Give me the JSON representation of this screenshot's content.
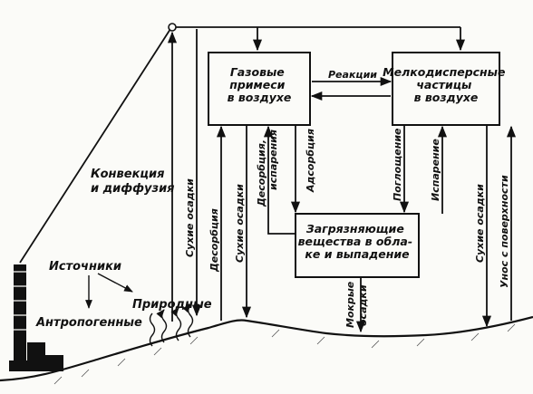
{
  "boxes": {
    "gas": [
      "Газовые",
      "примеси",
      "в воздухе"
    ],
    "particles": [
      "Мелкодисперсные",
      "частицы",
      "в воздухе"
    ],
    "cloud": [
      "Загрязняющие",
      "вещества в обла-",
      "ке и выпадение"
    ]
  },
  "labels": {
    "reactions": "Реакции",
    "convection_1": "Конвекция",
    "convection_2": "и диффузия",
    "sources": "Источники",
    "natural": "Природные",
    "anthropogenic": "Антропогенные",
    "dry_deposition_left": "Сухие осадки",
    "desorption": "Десорбция",
    "dry_deposition_mid": "Сухие осадки",
    "desorption_evaporation_1": "Десорбция,",
    "desorption_evaporation_2": "испарения",
    "adsorption": "Адсорбция",
    "absorption": "Поглощение",
    "evaporation": "Испарение",
    "wet_1": "Мокрые",
    "wet_2": "осадки",
    "dry_deposition_right": "Сухие осадки",
    "surface_removal": "Унос с поверхности"
  }
}
